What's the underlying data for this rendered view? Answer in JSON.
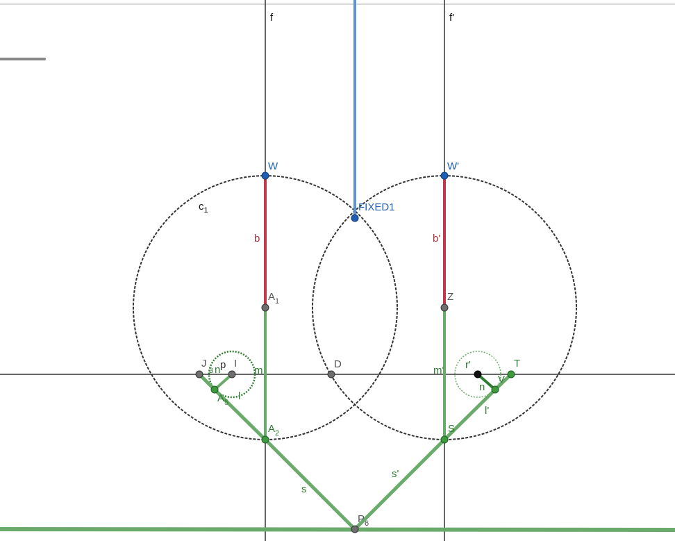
{
  "colors": {
    "axis": "#333333",
    "circle": "#333333",
    "red": "#c0394b",
    "green": "#6aaa6a",
    "dark_green": "#2e7d32",
    "blue": "#5b95d6",
    "blue_point": "#1f5fb3",
    "gray_point": "#6e6e6e",
    "label_green": "#2e7d32",
    "label_blue": "#1f5fb3",
    "label_red": "#b03040",
    "label_gray": "#555555"
  },
  "labels": {
    "line_f": "f",
    "line_f_prime": "f'",
    "circle_c1": "c",
    "circle_c1_sub": "1",
    "point_W": "W",
    "point_W_prime": "W'",
    "seg_b": "b",
    "seg_b_prime": "b'",
    "point_A1": "A",
    "point_A1_sub": "1",
    "point_Z": "Z",
    "fixed_point": "FIXED1",
    "seg_m": "m",
    "seg_m_prime": "m'",
    "point_D": "D",
    "point_A2": "A",
    "point_A2_sub": "2",
    "point_S": "S",
    "seg_s": "s",
    "seg_s_prime": "s'",
    "point_P": "P",
    "point_P_sub": "6",
    "point_A5": "A",
    "point_A5_sub": "5",
    "point_J": "J",
    "label_3": "3",
    "label_n": "n",
    "label_p": "p",
    "point_I": "I",
    "label_l": "l",
    "label_r_prime": "r'",
    "point_V": "V",
    "point_T": "T",
    "label_n2": "n",
    "label_l_prime": "l'"
  }
}
